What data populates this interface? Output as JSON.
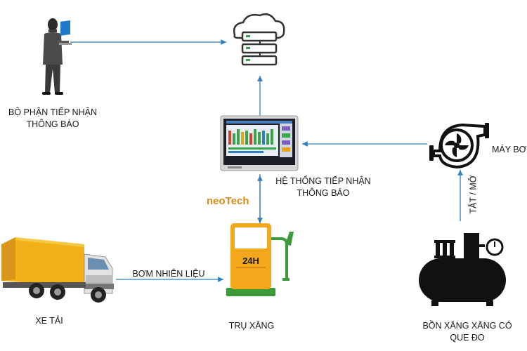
{
  "labels": {
    "reception_dept": [
      "BỘ PHẬN TIẾP NHẬN",
      "THÔNG BÁO"
    ],
    "notification_system": [
      "HỆ THỐNG TIẾP NHẬN",
      "THÔNG BÁO"
    ],
    "pump": "MÁY BƠM",
    "on_off": "TẮT / MỞ",
    "brand": "neoTech",
    "pump_fuel": "BƠM NHIÊN LIỆU",
    "truck": "XE TẢI",
    "fuel_dispenser": "TRỤ XĂNG",
    "fuel_tank": [
      "BỒN XĂNG XĂNG CÓ",
      "QUE ĐO"
    ]
  },
  "dispenser_sign": "24H",
  "colors": {
    "arrow": "#2f7fc0",
    "brand": "#d98b1a",
    "truck_cargo": "#f2b118",
    "dispenser": "#f3a81c",
    "dispenser_base": "#3d9a3b",
    "equipment": "#111111"
  }
}
